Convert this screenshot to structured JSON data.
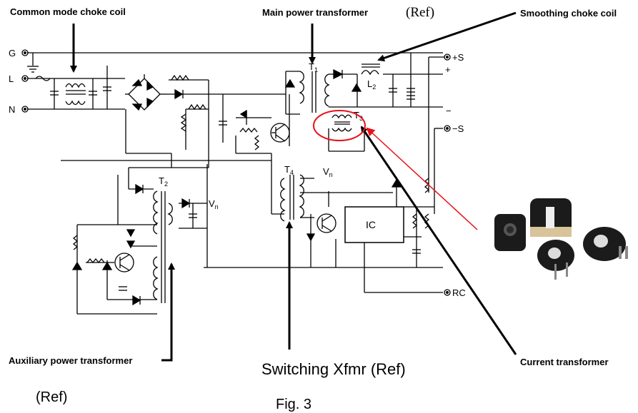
{
  "callouts": {
    "common_mode": "Common mode choke coil",
    "main_transformer": "Main power transformer",
    "ref_main": "(Ref)",
    "smoothing_choke": "Smoothing choke coil",
    "auxiliary": "Auxiliary power transformer",
    "switching": "Switching Xfmr (Ref)",
    "current_transformer": "Current transformer",
    "ref_aux": "(Ref)",
    "figure": "Fig. 3"
  },
  "schematic": {
    "terminals": {
      "g": "G",
      "l": "L",
      "n": "N",
      "plus_s": "+S",
      "plus": "+",
      "minus": "−",
      "minus_s": "−S",
      "rc": "RC"
    },
    "parts": {
      "t1": "T",
      "t1_sub": "1",
      "t2": "T",
      "t2_sub": "2",
      "t3": "T",
      "t3_sub": "3",
      "t4": "T",
      "t4_sub": "4",
      "l2": "L",
      "l2_sub": "2",
      "ic": "IC",
      "vn_top": "V",
      "vn_top_sub": "n",
      "vn_aux": "V",
      "vn_aux_sub": "n"
    }
  },
  "colors": {
    "wire": "#000000",
    "highlight": "#e8101a",
    "component_body": "#1b1b1b",
    "component_base": "#d8c39a"
  }
}
